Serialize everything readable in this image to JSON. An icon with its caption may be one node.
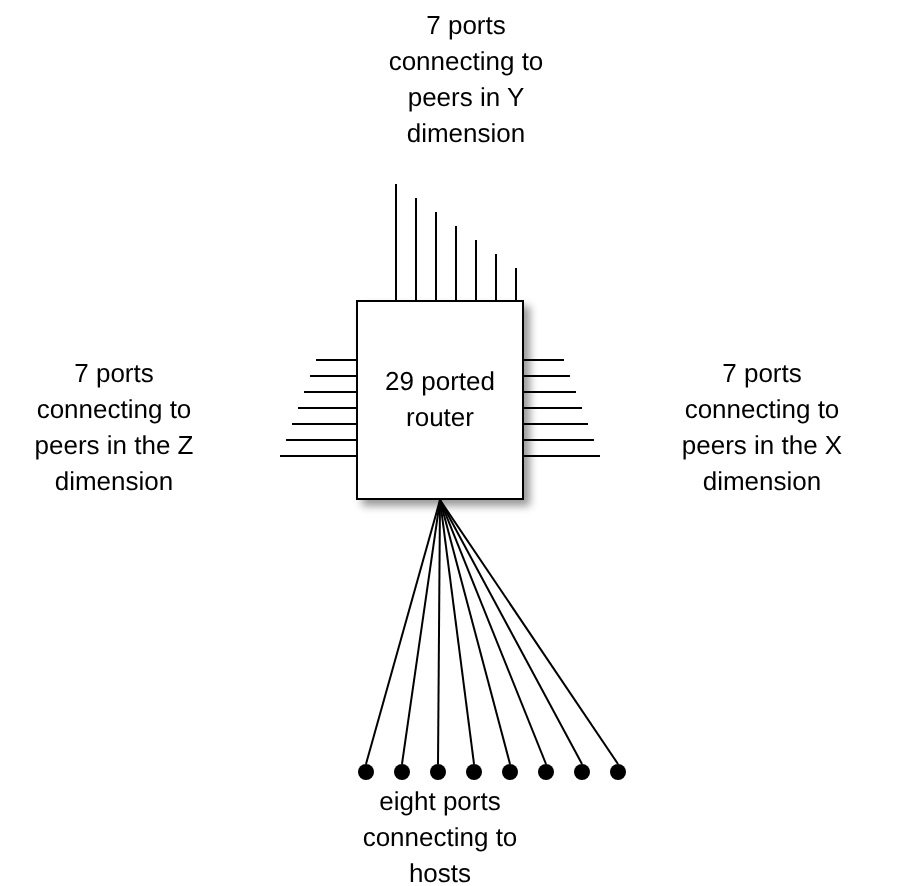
{
  "diagram": {
    "nodes": [
      {
        "text": [
          "29 ported router"
        ]
      },
      {
        "text": [],
        "shape": "circle"
      },
      {
        "text": [],
        "shape": "circle"
      },
      {
        "text": [],
        "shape": "circle"
      },
      {
        "text": [],
        "shape": "circle"
      },
      {
        "text": [],
        "shape": "circle"
      },
      {
        "text": [],
        "shape": "circle"
      },
      {
        "text": [],
        "shape": "circle"
      },
      {
        "text": [],
        "shape": "circle"
      }
    ],
    "edges": [
      {
        "from": 0,
        "to": null,
        "arrow": "none"
      },
      {
        "from": 0,
        "to": null,
        "arrow": "none"
      },
      {
        "from": 0,
        "to": null,
        "arrow": "none"
      },
      {
        "from": 0,
        "to": null,
        "arrow": "none"
      },
      {
        "from": 0,
        "to": null,
        "arrow": "none"
      },
      {
        "from": 0,
        "to": null,
        "arrow": "none"
      },
      {
        "from": 0,
        "to": null,
        "arrow": "none"
      },
      {
        "from": 0,
        "to": null,
        "arrow": "none"
      },
      {
        "from": 0,
        "to": null,
        "arrow": "none"
      },
      {
        "from": 0,
        "to": null,
        "arrow": "none"
      },
      {
        "from": 0,
        "to": null,
        "arrow": "none"
      },
      {
        "from": 0,
        "to": null,
        "arrow": "none"
      },
      {
        "from": 0,
        "to": null,
        "arrow": "none"
      },
      {
        "from": 0,
        "to": null,
        "arrow": "none"
      },
      {
        "from": 0,
        "to": null,
        "arrow": "none"
      },
      {
        "from": 0,
        "to": null,
        "arrow": "none"
      },
      {
        "from": 0,
        "to": null,
        "arrow": "none"
      },
      {
        "from": 0,
        "to": null,
        "arrow": "none"
      },
      {
        "from": 0,
        "to": null,
        "arrow": "none"
      },
      {
        "from": 0,
        "to": null,
        "arrow": "none"
      },
      {
        "from": 0,
        "to": null,
        "arrow": "none"
      },
      {
        "from": 0,
        "to": 1,
        "arrow": "none"
      },
      {
        "from": 0,
        "to": 2,
        "arrow": "none"
      },
      {
        "from": 0,
        "to": 3,
        "arrow": "none"
      },
      {
        "from": 0,
        "to": 4,
        "arrow": "none"
      },
      {
        "from": 0,
        "to": 5,
        "arrow": "none"
      },
      {
        "from": 0,
        "to": 6,
        "arrow": "none"
      },
      {
        "from": 0,
        "to": 7,
        "arrow": "none"
      },
      {
        "from": 0,
        "to": 8,
        "arrow": "none"
      }
    ],
    "labels": [
      "7 ports connecting to peers in Y dimension",
      "7 ports connecting to peers in the Z dimension",
      "7 ports connecting to peers in the X dimension",
      "eight ports connecting to hosts"
    ]
  }
}
